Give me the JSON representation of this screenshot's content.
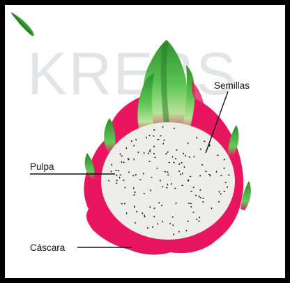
{
  "watermark": {
    "text": "KREBS"
  },
  "labels": {
    "seeds": "Semillas",
    "pulp": "Pulpa",
    "skin": "Cáscara"
  },
  "colors": {
    "skin_pink": "#e8165f",
    "skin_dark": "#c70f4f",
    "bract_green": "#3faa3a",
    "bract_light": "#8fdc7a",
    "pulp": "#ededea",
    "seed": "#1a1a1a",
    "frame": "#000000"
  }
}
